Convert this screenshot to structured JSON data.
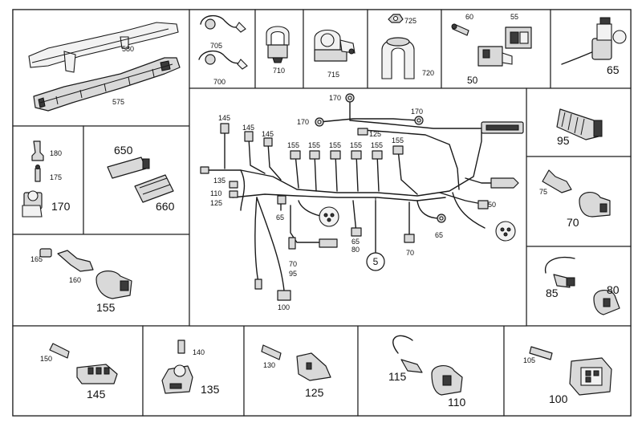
{
  "panels": [
    {
      "id": "p580",
      "labels": [
        "580",
        "575"
      ]
    },
    {
      "id": "p705",
      "labels": [
        "705",
        "700"
      ]
    },
    {
      "id": "p710",
      "labels": [
        "710"
      ]
    },
    {
      "id": "p715",
      "labels": [
        "715"
      ]
    },
    {
      "id": "p720",
      "labels": [
        "725",
        "720"
      ]
    },
    {
      "id": "p50",
      "labels": [
        "60",
        "55",
        "50"
      ]
    },
    {
      "id": "p65",
      "labels": [
        "65"
      ]
    },
    {
      "id": "p170",
      "labels": [
        "180",
        "175",
        "170"
      ]
    },
    {
      "id": "p650",
      "labels": [
        "650",
        "660"
      ]
    },
    {
      "id": "p95",
      "labels": [
        "95"
      ]
    },
    {
      "id": "p70",
      "labels": [
        "75",
        "70"
      ]
    },
    {
      "id": "p155",
      "labels": [
        "165",
        "160",
        "155"
      ]
    },
    {
      "id": "p85",
      "labels": [
        "85",
        "80"
      ]
    },
    {
      "id": "p145",
      "labels": [
        "150",
        "145"
      ]
    },
    {
      "id": "p135",
      "labels": [
        "140",
        "135"
      ]
    },
    {
      "id": "p125",
      "labels": [
        "130",
        "125"
      ]
    },
    {
      "id": "p115",
      "labels": [
        "115",
        "110"
      ]
    },
    {
      "id": "p100",
      "labels": [
        "105",
        "100"
      ]
    }
  ],
  "harness": {
    "callouts": [
      "170",
      "170",
      "170",
      "125",
      "145",
      "145",
      "145",
      "155",
      "155",
      "155",
      "155",
      "155",
      "155",
      "135",
      "110",
      "125",
      "65",
      "65",
      "80",
      "65",
      "70",
      "95",
      "100",
      "70",
      "50"
    ],
    "main_item": "5"
  }
}
